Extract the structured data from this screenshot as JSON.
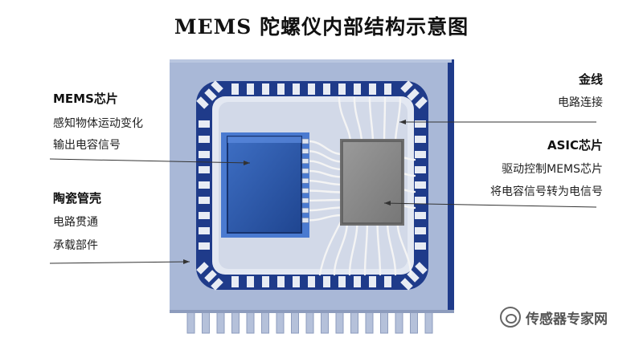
{
  "title": "MEMS 陀螺仪内部结构示意图",
  "labels": {
    "mems_chip": {
      "title": "MEMS芯片",
      "line1": "感知物体运动变化",
      "line2": "输出电容信号"
    },
    "ceramic_case": {
      "title": "陶瓷管壳",
      "line1": "电路贯通",
      "line2": "承载部件"
    },
    "gold_wire": {
      "title": "金线",
      "line1": "电路连接"
    },
    "asic_chip": {
      "title": "ASIC芯片",
      "line1": "驱动控制MEMS芯片",
      "line2": "将电容信号转为电信号"
    }
  },
  "watermark": {
    "text": "传感器专家网",
    "icon": "wechat-logo-icon"
  },
  "colors": {
    "case_fill": "#a9b8d7",
    "frame_pad": "#1f3b8a",
    "frame_gap": "#e8ecf4",
    "cavity": "#d6dcea",
    "mems_chip": "#2a55a6",
    "asic_chip": "#8a8a8a",
    "wire": "#f2f2f2"
  }
}
